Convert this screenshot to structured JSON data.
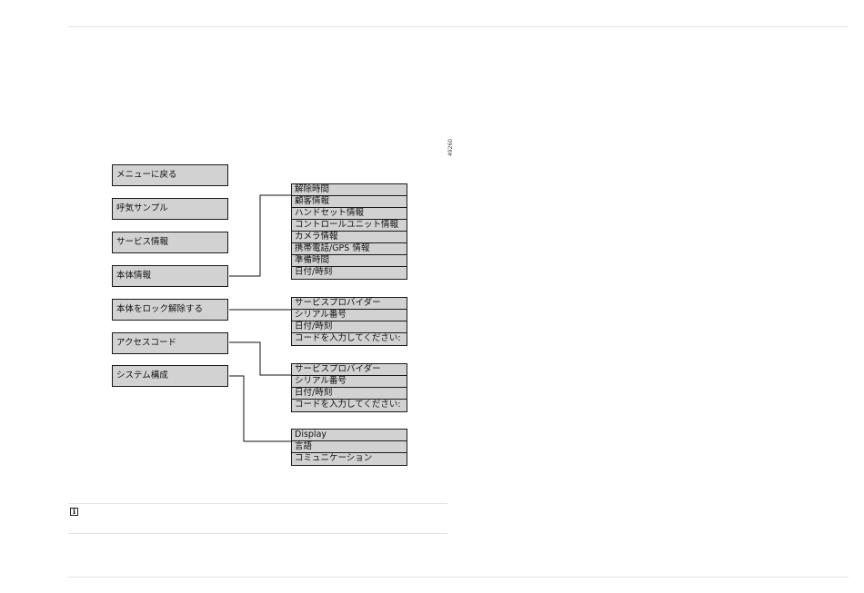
{
  "figure_id": "49260",
  "main_menu": [
    "メニューに戻る",
    "呼気サンプル",
    "サービス情報",
    "本体情報",
    "本体をロック解除する",
    "アクセスコード",
    "システム構成"
  ],
  "submenus": {
    "device_info": [
      "解除時間",
      "顧客情報",
      "ハンドセット情報",
      "コントロールユニット情報",
      "カメラ情報",
      "携帯電話/GPS 情報",
      "準備時間",
      "日付/時刻"
    ],
    "unlock_device": [
      "サービスプロバイダー",
      "シリアル番号",
      "日付/時刻",
      "コードを入力してください:"
    ],
    "access_code": [
      "サービスプロバイダー",
      "シリアル番号",
      "日付/時刻",
      "コードを入力してください:"
    ],
    "system_config": [
      "Display",
      "言語",
      "コミュニケーション"
    ]
  },
  "info_icon": "info-icon"
}
